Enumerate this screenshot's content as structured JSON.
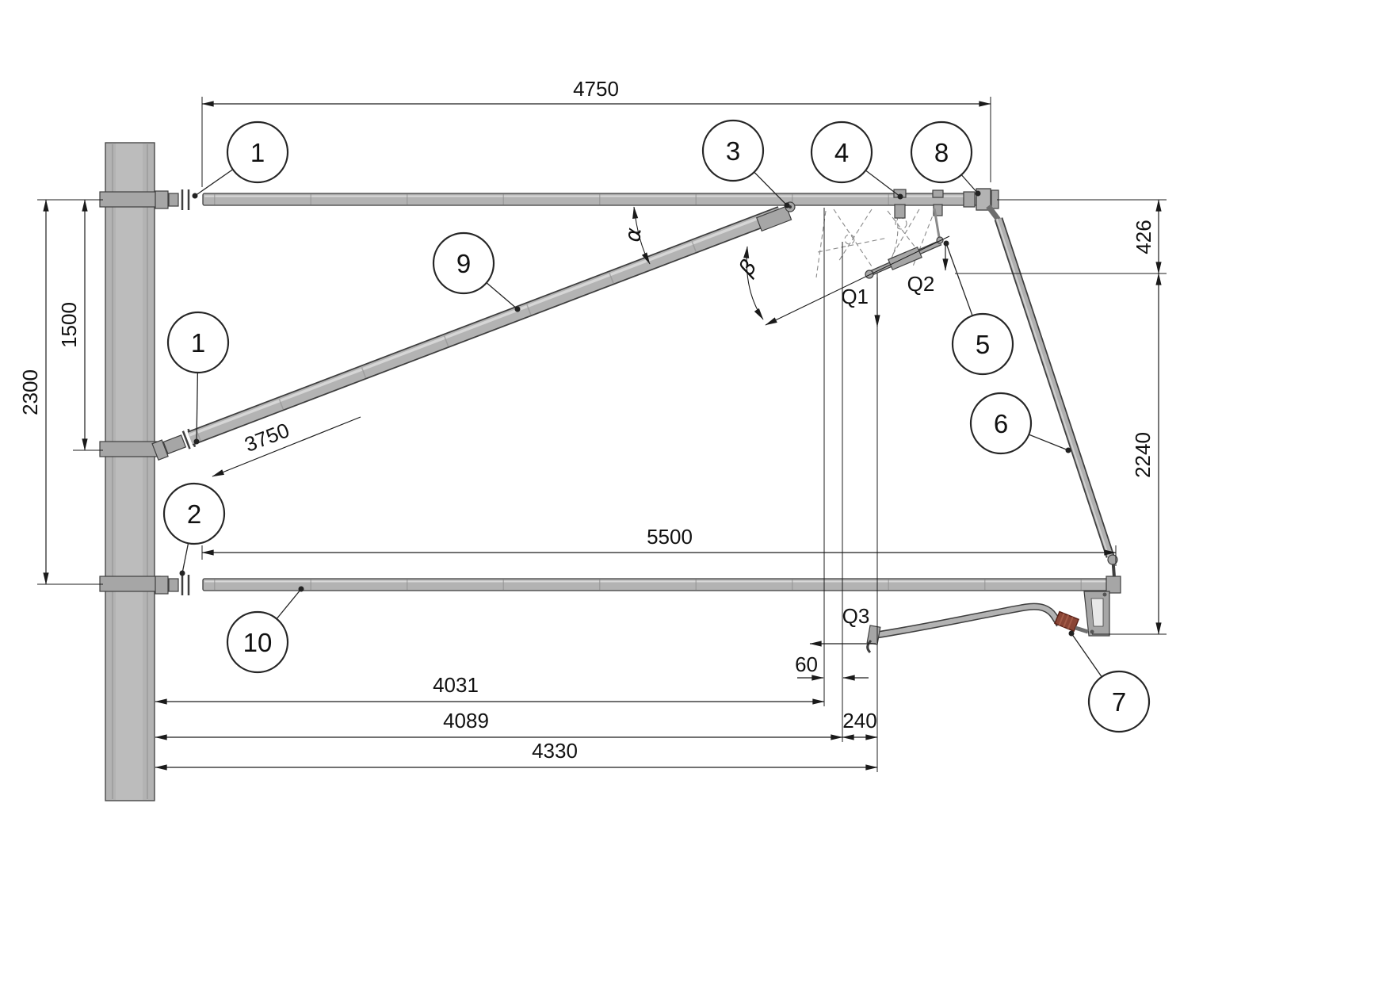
{
  "dims": {
    "d4750": "4750",
    "d426": "426",
    "d2240": "2240",
    "d1500": "1500",
    "d2300": "2300",
    "d3750": "3750",
    "d5500": "5500",
    "d4031": "4031",
    "d4089": "4089",
    "d4330": "4330",
    "d60": "60",
    "d240": "240"
  },
  "angles": {
    "alpha": "α",
    "beta": "β"
  },
  "loads": {
    "q1": "Q1",
    "q2": "Q2",
    "q3": "Q3"
  },
  "callouts": [
    {
      "label": "1"
    },
    {
      "label": "3"
    },
    {
      "label": "4"
    },
    {
      "label": "8"
    },
    {
      "label": "9"
    },
    {
      "label": "1"
    },
    {
      "label": "5"
    },
    {
      "label": "6"
    },
    {
      "label": "2"
    },
    {
      "label": "10"
    },
    {
      "label": "7"
    }
  ]
}
